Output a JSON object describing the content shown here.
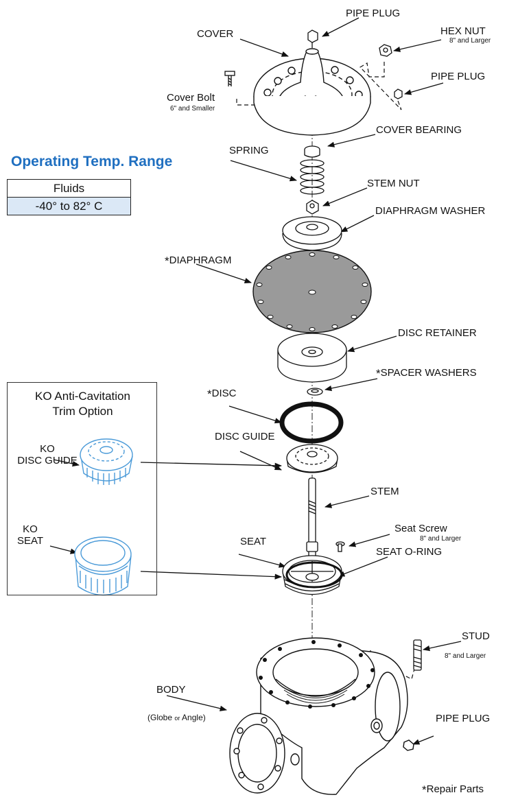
{
  "labels": {
    "pipe_plug_top": "PIPE PLUG",
    "cover": "COVER",
    "hex_nut": "HEX  NUT",
    "hex_nut_note": "8\" and Larger",
    "pipe_plug_right": "PIPE PLUG",
    "cover_bolt": "Cover Bolt",
    "cover_bolt_note": "6\" and Smaller",
    "cover_bearing": "COVER BEARING",
    "spring": "SPRING",
    "stem_nut": "STEM NUT",
    "diaphragm_washer": "DIAPHRAGM WASHER",
    "diaphragm": "DIAPHRAGM",
    "disc_retainer": "DISC RETAINER",
    "spacer_washers": "SPACER WASHERS",
    "disc": "DISC",
    "disc_guide": "DISC GUIDE",
    "stem": "STEM",
    "seat_screw": "Seat Screw",
    "seat_screw_note": "8\" and Larger",
    "seat": "SEAT",
    "seat_oring": "SEAT O-RING",
    "stud": "STUD",
    "stud_note": "8\" and Larger",
    "body": "BODY",
    "body_note_1": "(Globe ",
    "body_note_or": "or",
    "body_note_2": " Angle)",
    "pipe_plug_bottom": "PIPE PLUG",
    "repair_parts": "Repair Parts",
    "asterisk": "*"
  },
  "temp_range": {
    "title": "Operating Temp. Range",
    "header": "Fluids",
    "value": "-40° to  82° C"
  },
  "ko_option": {
    "title_line1": "KO Anti-Cavitation",
    "title_line2": "Trim Option",
    "disc_guide_line1": "KO",
    "disc_guide_line2": "DISC GUIDE",
    "seat_line1": "KO",
    "seat_line2": "SEAT"
  },
  "colors": {
    "title_blue": "#1f6fc0",
    "ko_part_blue": "#4a9ad8",
    "table_fill": "#dbe8f6",
    "diaphragm_gray": "#9a9a9a"
  }
}
